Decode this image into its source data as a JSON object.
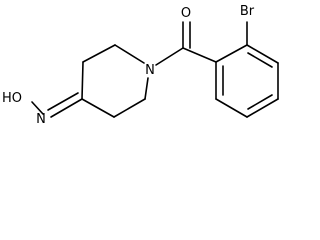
{
  "molecule": {
    "atoms": {
      "bromine": "Br",
      "oxygen_carbonyl": "O",
      "nitrogen_ring": "N",
      "hydroxyimino": "HO",
      "nitrogen_oxime": "N"
    },
    "colors": {
      "bond": "#000000",
      "label": "#000000",
      "background": "#ffffff"
    }
  }
}
